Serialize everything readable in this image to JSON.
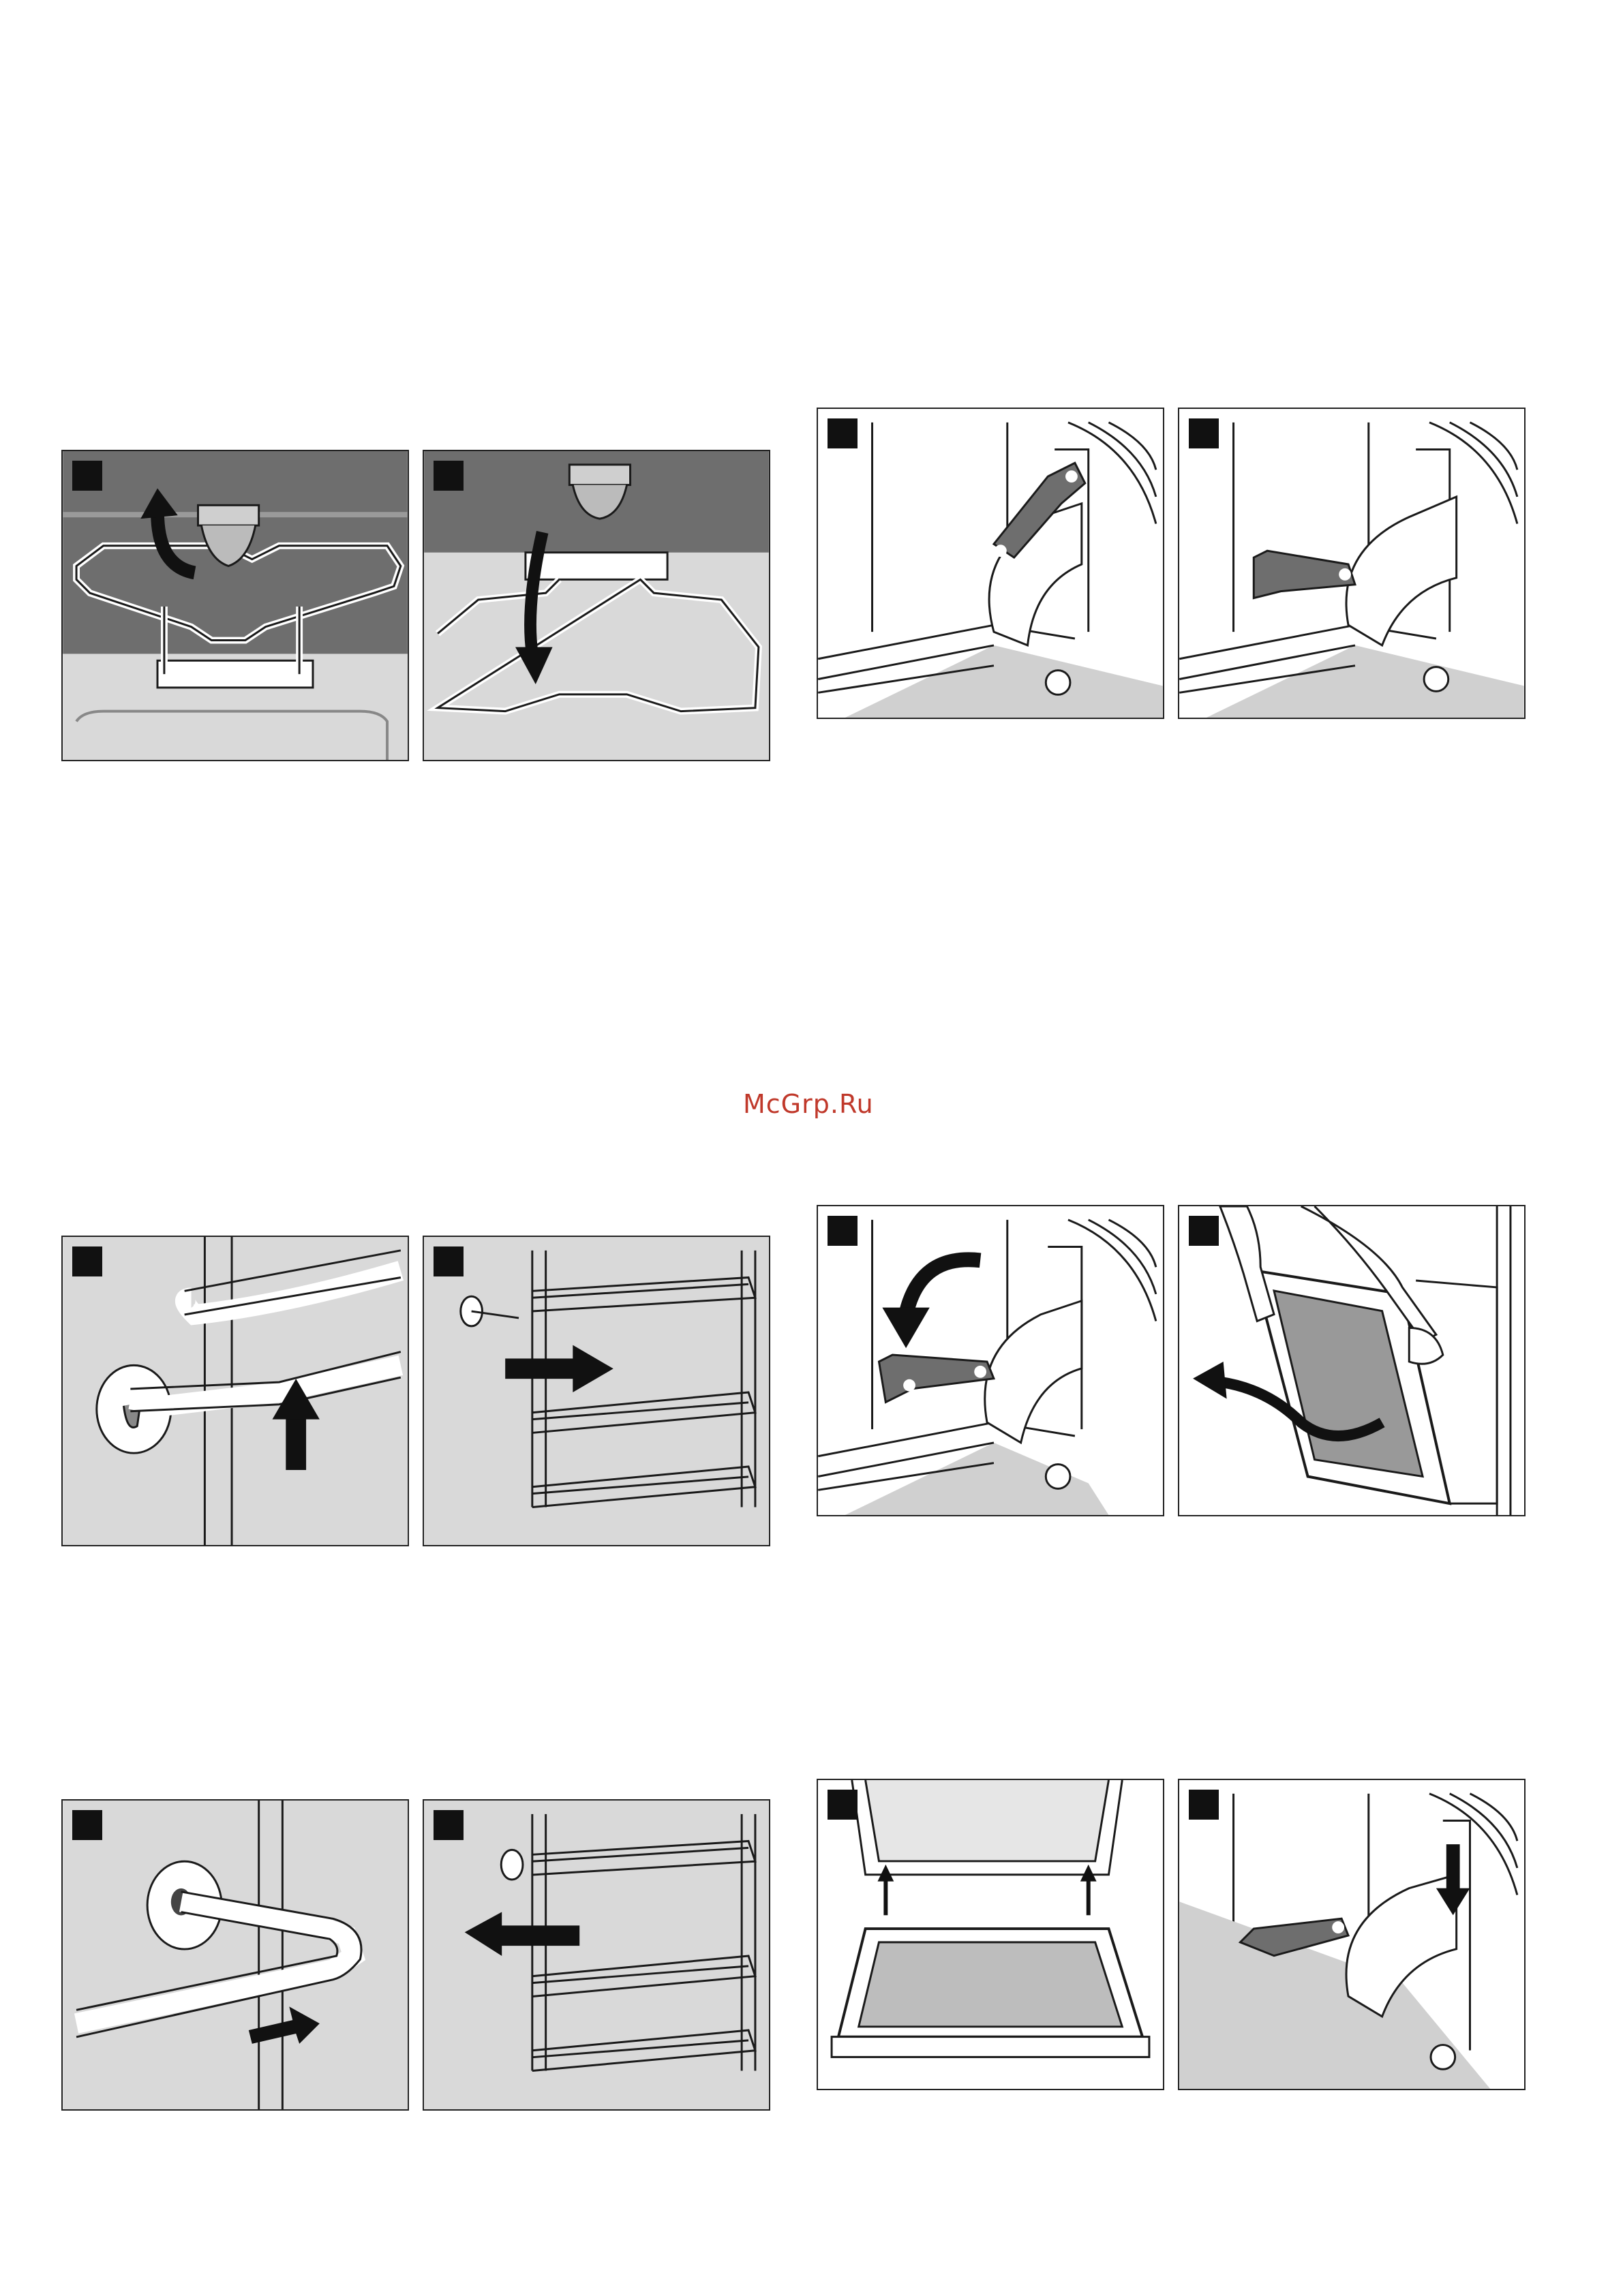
{
  "watermark": {
    "text": "McGrp.Ru"
  },
  "colors": {
    "panel_bg": "#d9d9d9",
    "dark_band": "#6e6e6e",
    "line": "#1a1a1a",
    "arrow": "#111111",
    "watermark": "#c0392b"
  },
  "figures": [
    {
      "name": "fig-rail-clip-lift",
      "icons": [
        "clip-icon",
        "curved-arrow-icon"
      ]
    },
    {
      "name": "fig-rail-clip-insert",
      "icons": [
        "clip-icon",
        "down-arrow-icon"
      ]
    },
    {
      "name": "fig-door-hinge-closed",
      "icons": [
        "hinge-lever-icon"
      ]
    },
    {
      "name": "fig-door-hinge-lever-open",
      "icons": [
        "hinge-lever-icon"
      ]
    },
    {
      "name": "fig-rail-pull-up",
      "icons": [
        "up-arrow-icon"
      ]
    },
    {
      "name": "fig-rail-pull-out",
      "icons": [
        "right-arrow-icon"
      ]
    },
    {
      "name": "fig-hinge-lever-fold",
      "icons": [
        "curved-arrow-icon"
      ]
    },
    {
      "name": "fig-door-lift-off",
      "icons": [
        "hands-icon",
        "curved-arrow-icon"
      ]
    },
    {
      "name": "fig-rail-push-in",
      "icons": [
        "right-arrow-icon"
      ]
    },
    {
      "name": "fig-rail-hook-in",
      "icons": [
        "left-arrow-icon"
      ]
    },
    {
      "name": "fig-door-refit",
      "icons": [
        "up-arrow-icon"
      ]
    },
    {
      "name": "fig-hinge-lock",
      "icons": [
        "down-arrow-icon"
      ]
    }
  ]
}
